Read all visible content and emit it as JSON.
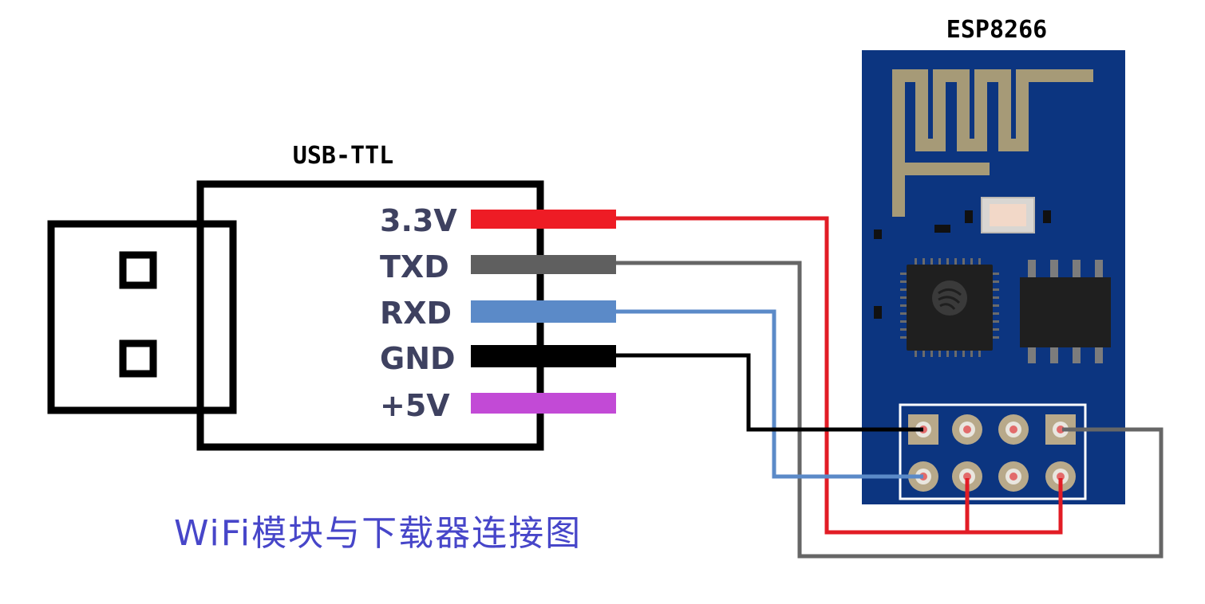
{
  "usb_ttl": {
    "title": "USB-TTL",
    "pins": [
      {
        "label": "3.3V",
        "color": "#ee1c25"
      },
      {
        "label": "TXD",
        "color": "#5f5f5f"
      },
      {
        "label": "RXD",
        "color": "#5b8ac8"
      },
      {
        "label": "GND",
        "color": "#000000"
      },
      {
        "label": "+5V",
        "color": "#c24ad6"
      }
    ]
  },
  "esp8266": {
    "title": "ESP8266",
    "board_color": "#0c3580",
    "antenna_color": "#a69a77"
  },
  "caption": "WiFi模块与下载器连接图",
  "colors": {
    "caption": "#4746c9",
    "pin_label": "#3e4160",
    "wire_red": "#e21c25",
    "wire_gray": "#666666",
    "wire_blue": "#5b8ac8",
    "wire_black": "#000000"
  }
}
